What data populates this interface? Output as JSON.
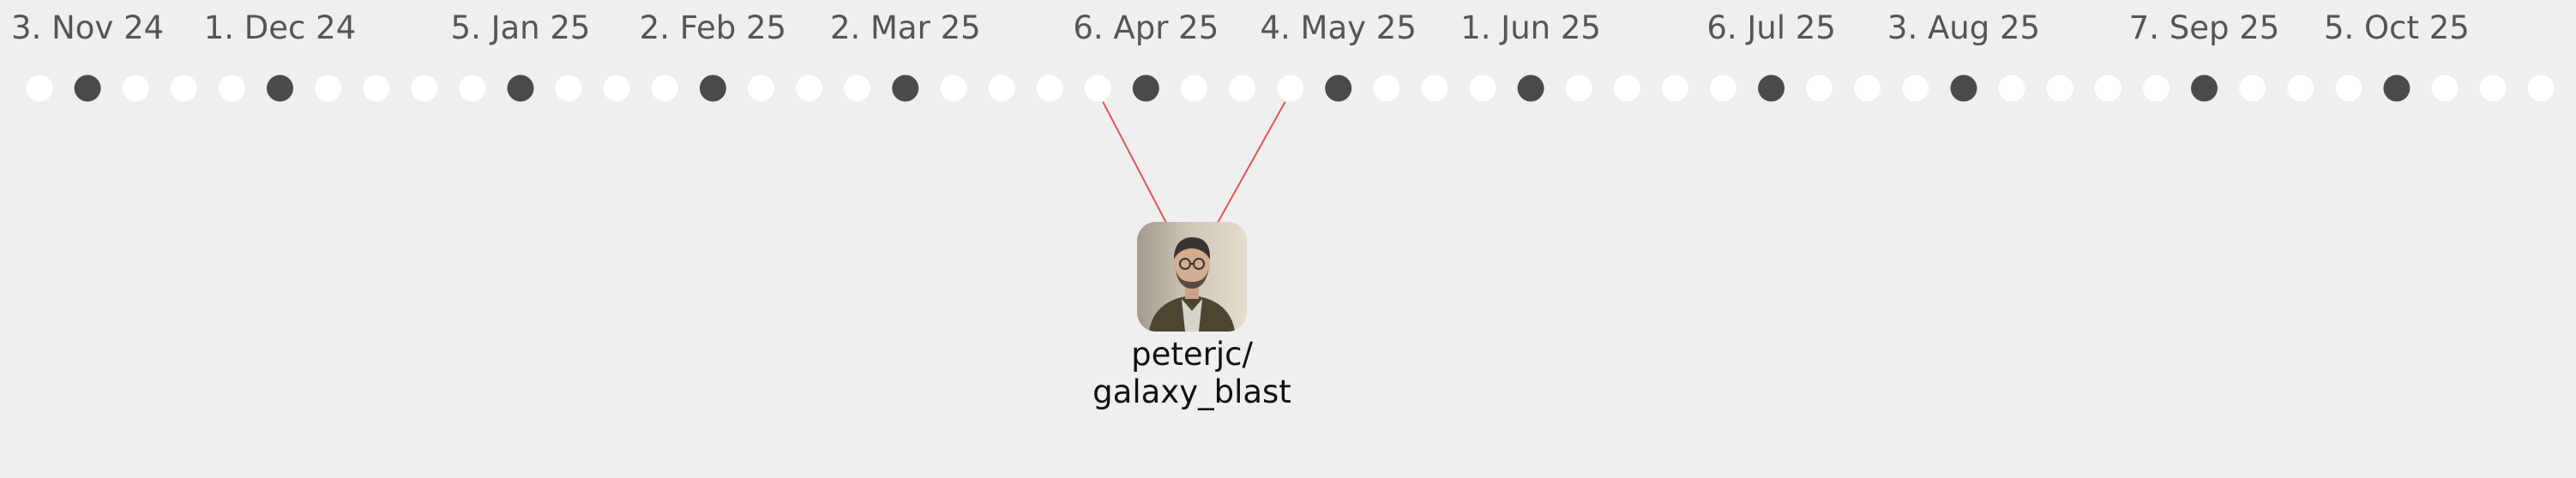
{
  "timeline": {
    "tick_labels": [
      {
        "label": "3. Nov 24",
        "dot": 1
      },
      {
        "label": "1. Dec 24",
        "dot": 5
      },
      {
        "label": "5. Jan 25",
        "dot": 10
      },
      {
        "label": "2. Feb 25",
        "dot": 14
      },
      {
        "label": "2. Mar 25",
        "dot": 18
      },
      {
        "label": "6. Apr 25",
        "dot": 23
      },
      {
        "label": "4. May 25",
        "dot": 27
      },
      {
        "label": "1. Jun 25",
        "dot": 31
      },
      {
        "label": "6. Jul 25",
        "dot": 36
      },
      {
        "label": "3. Aug 25",
        "dot": 40
      },
      {
        "label": "7. Sep 25",
        "dot": 45
      },
      {
        "label": "5. Oct 25",
        "dot": 49
      }
    ],
    "dot_count": 53,
    "highlight_dots": [
      1,
      5,
      10,
      14,
      18,
      23,
      27,
      31,
      36,
      40,
      45,
      49
    ],
    "linked_dots": [
      22,
      26
    ],
    "colors": {
      "background": "#efefef",
      "dot": "#ffffff",
      "dot_highlight": "#4a4a4a",
      "link": "#e05555",
      "label": "#555555"
    }
  },
  "node": {
    "name_line1": "peterjc/",
    "name_line2": "galaxy_blast",
    "avatar_icon": "user-avatar-photo"
  }
}
